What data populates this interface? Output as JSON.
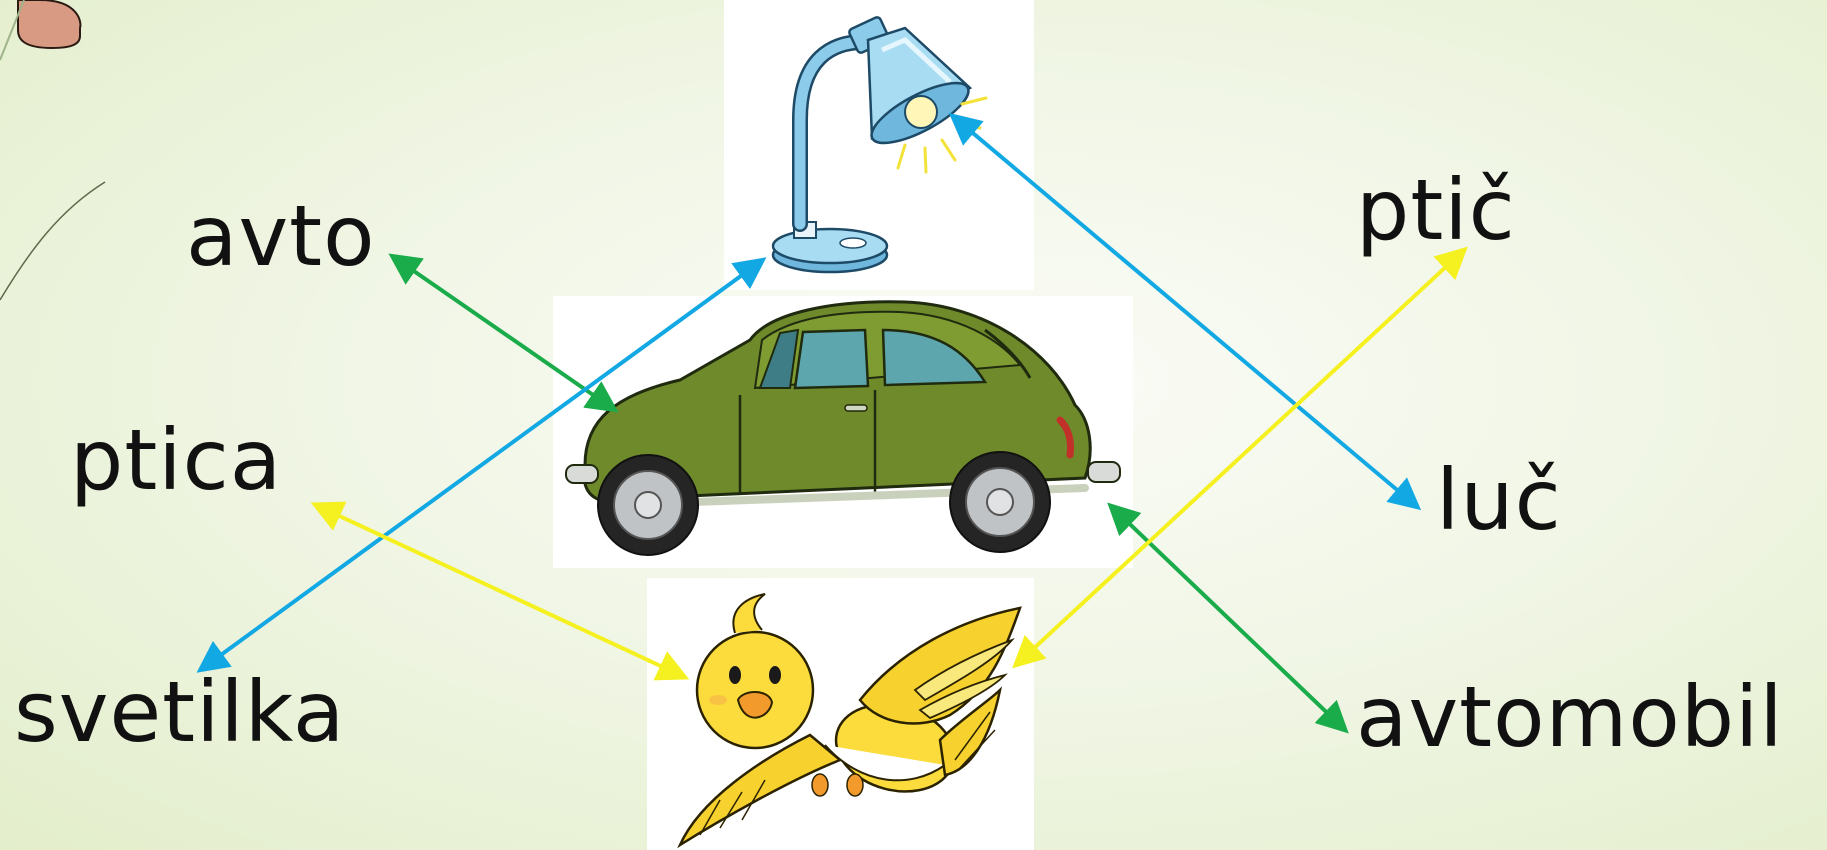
{
  "words": {
    "avto": "avto",
    "ptica": "ptica",
    "svetilka": "svetilka",
    "ptic": "ptič",
    "luc": "luč",
    "avtomobil": "avtomobil"
  },
  "pictures": {
    "lamp": "desk-lamp",
    "car": "green-beetle-car",
    "bird": "yellow-bird"
  },
  "colors": {
    "green_arrow": "#1aab4b",
    "blue_arrow": "#12a8e3",
    "yellow_arrow": "#f5f01f",
    "background": "#eef4e0"
  }
}
